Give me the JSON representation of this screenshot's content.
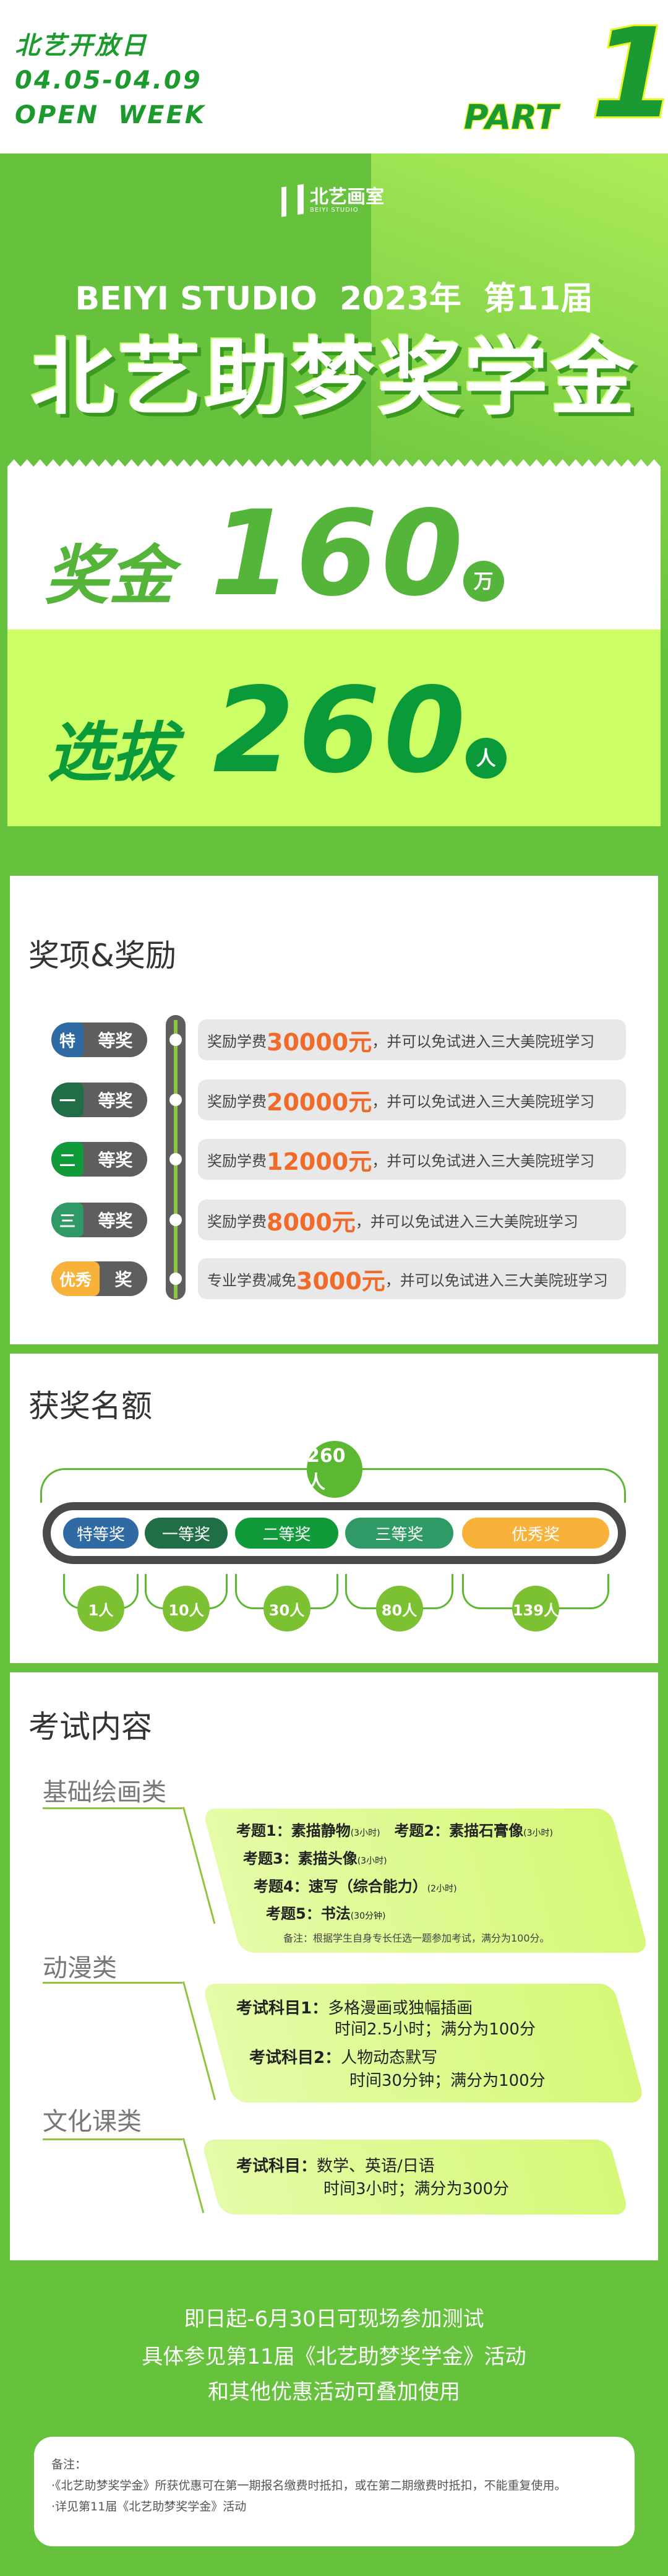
{
  "header": {
    "event": "北艺开放日",
    "dates": "04.05-04.09",
    "week": "OPEN WEEK",
    "part_label": "PART",
    "part_number": "1"
  },
  "hero": {
    "logo_cn": "北艺画室",
    "logo_en": "BEIYI STUDIO",
    "subtitle": "BEIYI STUDIO  2023年  第11届",
    "title": "北艺助梦奖学金",
    "prize_label": "奖金",
    "prize_value": "160",
    "prize_unit": "万",
    "select_label": "选拔",
    "select_value": "260",
    "select_unit": "人"
  },
  "colors": {
    "brand_green": "#66c23c",
    "accent_yellow_green": "#ccff66",
    "orange": "#f06a2a",
    "special": "#2f6aa5",
    "first": "#1f6e45",
    "second": "#119a3a",
    "third": "#2f9a65",
    "excellent": "#f8b23a"
  },
  "awards": {
    "title": "奖项&奖励",
    "items": [
      {
        "tag": "特",
        "rank": "等奖",
        "pre": "奖励学费",
        "amount": "30000元",
        "post": "，并可以免试进入三大美院班学习"
      },
      {
        "tag": "一",
        "rank": "等奖",
        "pre": "奖励学费",
        "amount": "20000元",
        "post": "，并可以免试进入三大美院班学习"
      },
      {
        "tag": "二",
        "rank": "等奖",
        "pre": "奖励学费",
        "amount": "12000元",
        "post": "，并可以免试进入三大美院班学习"
      },
      {
        "tag": "三",
        "rank": "等奖",
        "pre": "奖励学费",
        "amount": "8000元",
        "post": "，并可以免试进入三大美院班学习"
      },
      {
        "tag": "优秀",
        "rank": "奖",
        "pre": "专业学费减免",
        "amount": "3000元",
        "post": "，并可以免试进入三大美院班学习"
      }
    ]
  },
  "quota": {
    "title": "获奖名额",
    "total": "260人",
    "items": [
      {
        "label": "特等奖",
        "count": "1人"
      },
      {
        "label": "一等奖",
        "count": "10人"
      },
      {
        "label": "二等奖",
        "count": "30人"
      },
      {
        "label": "三等奖",
        "count": "80人"
      },
      {
        "label": "优秀奖",
        "count": "139人"
      }
    ]
  },
  "exam": {
    "title": "考试内容",
    "basic": {
      "category": "基础绘画类",
      "q1_label": "考题1：",
      "q1": "素描静物",
      "q1_time": "(3小时)",
      "q2_label": "考题2：",
      "q2": "素描石膏像",
      "q2_time": "(3小时)",
      "q3_label": "考题3：",
      "q3": "素描头像",
      "q3_time": "(3小时)",
      "q4_label": "考题4：",
      "q4": "速写（综合能力）",
      "q4_time": "(2小时)",
      "q5_label": "考题5：",
      "q5": "书法",
      "q5_time": "(30分钟)",
      "note": "备注：根据学生自身专长任选一题参加考试，满分为100分。"
    },
    "anime": {
      "category": "动漫类",
      "s1_label": "考试科目1：",
      "s1": "多格漫画或独幅插画",
      "s1_detail": "时间2.5小时；满分为100分",
      "s2_label": "考试科目2：",
      "s2": "人物动态默写",
      "s2_detail": "时间30分钟；满分为100分"
    },
    "culture": {
      "category": "文化课类",
      "s_label": "考试科目：",
      "s": "数学、英语/日语",
      "s_detail": "时间3小时；满分为300分"
    }
  },
  "footer": {
    "lines": [
      "即日起-6月30日可现场参加测试",
      "具体参见第11届《北艺助梦奖学金》活动",
      "和其他优惠活动可叠加使用"
    ],
    "note_title": "备注：",
    "notes": [
      "·《北艺助梦奖学金》所获优惠可在第一期报名缴费时抵扣，或在第二期缴费时抵扣，不能重复使用。",
      "·详见第11届《北艺助梦奖学金》活动"
    ]
  }
}
